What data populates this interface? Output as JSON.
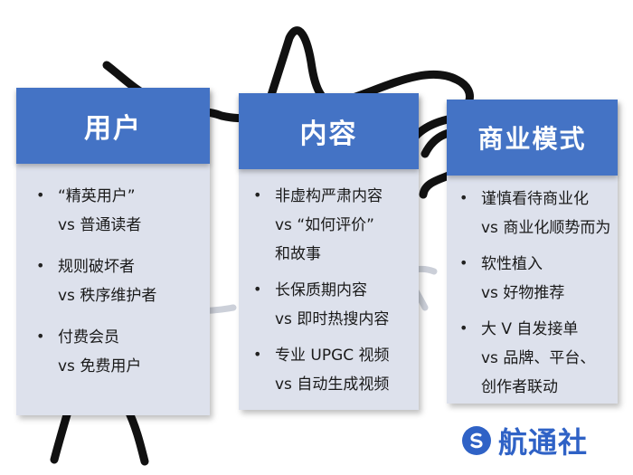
{
  "columns": [
    {
      "title": "用户",
      "items": [
        {
          "lines": [
            "“精英用户”",
            "vs 普通读者"
          ]
        },
        {
          "lines": [
            "规则破坏者",
            "vs 秩序维护者"
          ]
        },
        {
          "lines": [
            "付费会员",
            "vs 免费用户"
          ]
        }
      ]
    },
    {
      "title": "内容",
      "items": [
        {
          "lines": [
            "非虚构严肃内容",
            "vs “如何评价”",
            "和故事"
          ]
        },
        {
          "lines": [
            "长保质期内容",
            "vs 即时热搜内容"
          ]
        },
        {
          "lines": [
            "专业 UPGC 视频",
            "vs 自动生成视频"
          ]
        }
      ]
    },
    {
      "title": "商业模式",
      "items": [
        {
          "lines": [
            "谨慎看待商业化",
            "vs 商业化顺势而为"
          ]
        },
        {
          "lines": [
            "软性植入",
            "vs 好物推荐"
          ]
        },
        {
          "lines": [
            "大 V 自发接单",
            "vs 品牌、平台、",
            "创作者联动"
          ]
        }
      ]
    }
  ],
  "bullet": "•",
  "logo": {
    "text": "航通社",
    "color": "#2f62c6"
  },
  "colors": {
    "header": "#4473c5",
    "panel": "#dde1ec"
  }
}
